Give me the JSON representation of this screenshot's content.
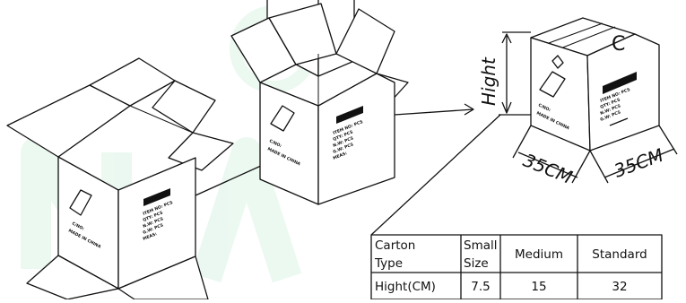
{
  "colors": {
    "line": "#111111",
    "background": "#ffffff",
    "watermark": "#d9f3e4"
  },
  "carton_markings": {
    "side_a": [
      "C/NO:",
      "MADE IN CHINA"
    ],
    "side_b": [
      "ITEM NO:  PCS",
      "QTY:       PCS",
      "N.W:       PCS",
      "G.W:       PCS",
      "MEAS:"
    ],
    "corner_letter": "C"
  },
  "dimensions": {
    "height_label": "Hight",
    "width_label": "35CM",
    "depth_label": "35CM"
  },
  "table": {
    "headers": [
      [
        "Carton",
        "Type"
      ],
      [
        "Small",
        "Size"
      ],
      [
        "Medium"
      ],
      [
        "Standard"
      ]
    ],
    "row_label": "Hight(CM)",
    "values": [
      "7.5",
      "15",
      "32"
    ]
  }
}
